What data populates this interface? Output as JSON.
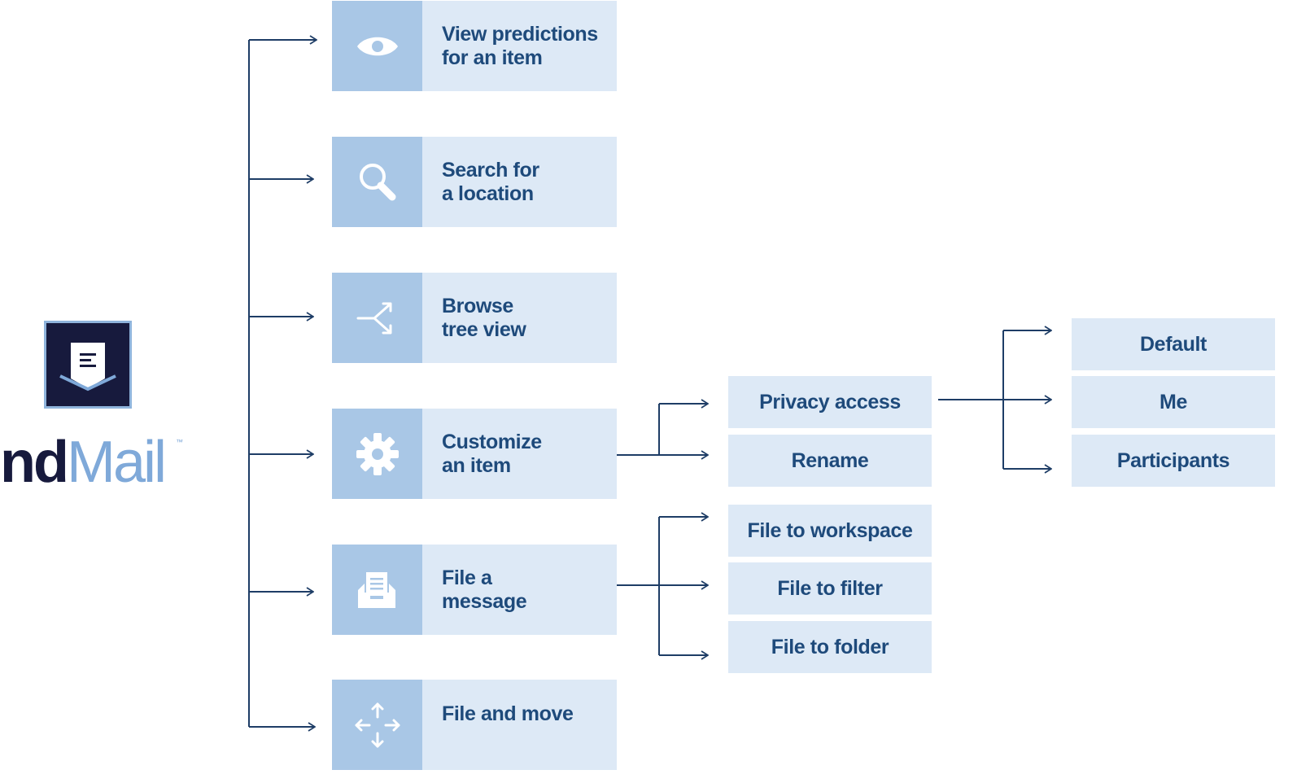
{
  "logo": {
    "part1": "nd",
    "part2": "Mail",
    "tm": "™"
  },
  "actions": [
    {
      "line1": "View predictions",
      "line2": "for an item",
      "icon": "eye-icon"
    },
    {
      "line1": "Search for",
      "line2": "a location",
      "icon": "magnifier-icon"
    },
    {
      "line1": "Browse",
      "line2": "tree view",
      "icon": "branch-icon"
    },
    {
      "line1": "Customize",
      "line2": "an item",
      "icon": "gear-icon"
    },
    {
      "line1": "File a",
      "line2": "message",
      "icon": "inbox-tray-icon"
    },
    {
      "line1": "File and move",
      "line2": "",
      "icon": "move-arrows-icon"
    }
  ],
  "customize_options": [
    "Privacy access",
    "Rename"
  ],
  "file_options": [
    "File to workspace",
    "File to filter",
    "File to folder"
  ],
  "privacy_options": [
    "Default",
    "Me",
    "Participants"
  ],
  "colors": {
    "navy": "#171a3d",
    "text_blue": "#1e4a7b",
    "light_box": "#dde9f6",
    "icon_box": "#a9c7e6",
    "accent": "#7fa9d9",
    "line": "#1e3d66"
  }
}
